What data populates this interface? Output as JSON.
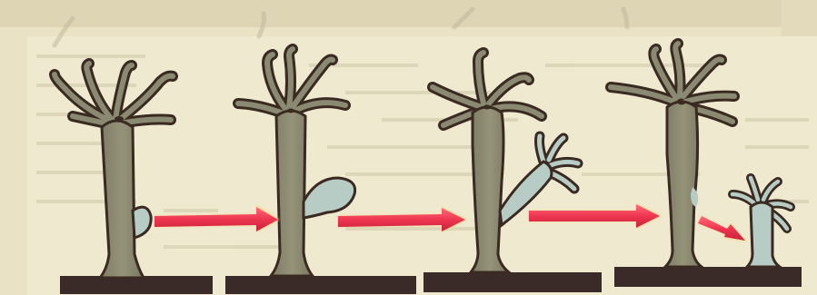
{
  "figure": {
    "stages": [
      "stage-1",
      "stage-2",
      "stage-3",
      "stage-4"
    ],
    "colors": {
      "background": "#ece6cb",
      "print_text_ghost": "#c9c2a3",
      "hydra_body": "#8a8a72",
      "hydra_outline": "#3a2a22",
      "bud": "#b8ccc6",
      "arrow": "#ee3650",
      "arrow_glow": "#f7d26a",
      "substrate": "#3a2a28"
    },
    "icons": [
      "arrow-right-icon"
    ]
  }
}
